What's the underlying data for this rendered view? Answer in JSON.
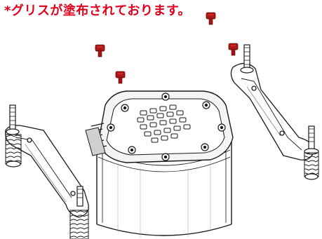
{
  "caption": {
    "text": "*グリスが塗布されております。",
    "color": "#e0001b"
  },
  "colors": {
    "line": "#1a1a1a",
    "screw_head": "#b01818",
    "screw_highlight": "#e04040",
    "spring": "#555555",
    "shade": "#9a9a9a",
    "light_shade": "#e6e6e6"
  },
  "illustration": {
    "name": "cpu-cooler-mounting-diagram",
    "screw_count": 4,
    "bracket_count": 2
  }
}
